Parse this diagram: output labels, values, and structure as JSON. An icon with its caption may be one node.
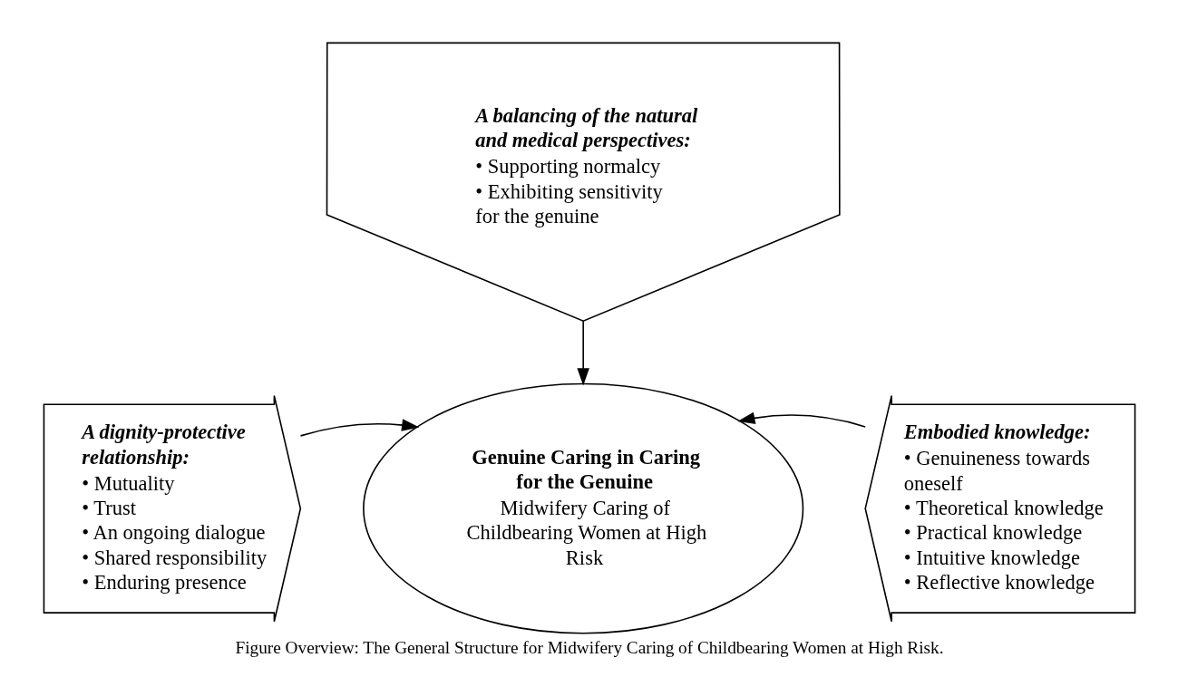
{
  "diagram": {
    "caption": "Figure Overview: The General Structure for Midwifery Caring of Childbearing Women at High Risk.",
    "nodes": [
      {
        "text": [
          "A balancing of the natural and medical perspectives:",
          "• Supporting normalcy",
          "• Exhibiting sensitivity for the genuine"
        ]
      },
      {
        "text": [
          "Genuine Caring in Caring for the Genuine",
          "Midwifery Caring of Childbearing Women at High Risk"
        ]
      },
      {
        "text": [
          "A dignity-protective relationship:",
          "• Mutuality",
          "• Trust",
          "• An ongoing dialogue",
          "• Shared responsibility",
          "• Enduring presence"
        ]
      },
      {
        "text": [
          "Embodied knowledge:",
          "• Genuineness towards oneself",
          "• Theoretical knowledge",
          "• Practical knowledge",
          "• Intuitive knowledge",
          "• Reflective knowledge"
        ]
      }
    ],
    "edges": [
      {
        "from": 0,
        "to": 1,
        "arrow": "to"
      },
      {
        "from": 2,
        "to": 1,
        "arrow": "to"
      },
      {
        "from": 3,
        "to": 1,
        "arrow": "to"
      }
    ]
  }
}
